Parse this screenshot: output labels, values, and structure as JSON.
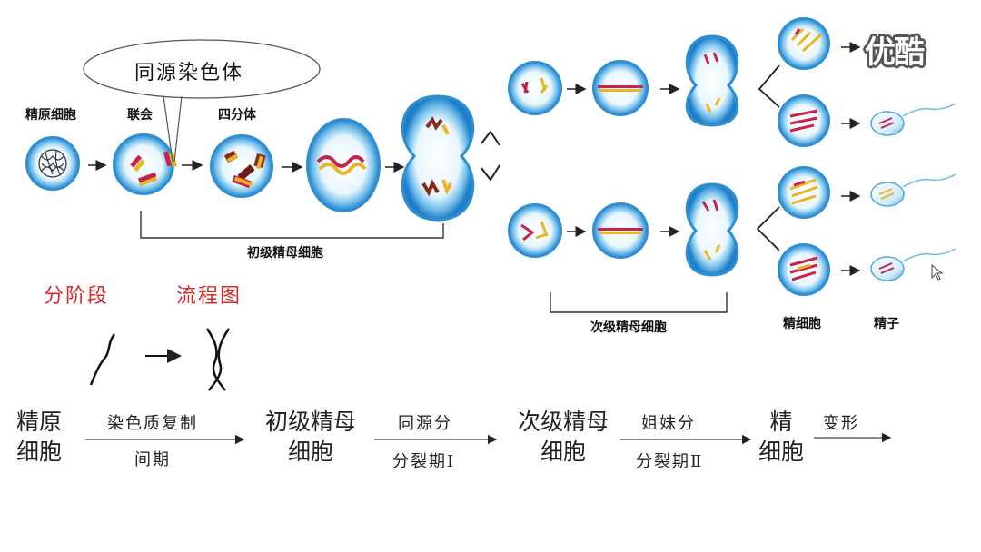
{
  "top_labels": {
    "spermatogonium": "精原细胞",
    "synapsis": "联会",
    "tetrad": "四分体",
    "homologous_chromosomes": "同源染色体",
    "primary_spermatocyte": "初级精母细胞",
    "secondary_spermatocyte": "次级精母细胞",
    "spermatid": "精细胞",
    "sperm": "精子"
  },
  "annotations": {
    "stage_division": "分阶段",
    "flowchart": "流程图"
  },
  "flow": {
    "cell1_line1": "精原",
    "cell1_line2": "细胞",
    "step1_above": "染色质复制",
    "step1_below": "间期",
    "cell2_line1": "初级精母",
    "cell2_line2": "细胞",
    "step2_above": "同源分",
    "step2_below": "分裂期Ⅰ",
    "cell3_line1": "次级精母",
    "cell3_line2": "细胞",
    "step3_above": "姐妹分",
    "step3_below": "分裂期Ⅱ",
    "cell4_line1": "精",
    "cell4_line2": "细胞",
    "step4_above": "变形"
  },
  "watermark": "优酷",
  "colors": {
    "cell_fill": "#e8f6fd",
    "cell_rim": "#3a9bd8",
    "chromosome_red": "#c9234a",
    "chromosome_yellow": "#e8b626",
    "annotation_red": "#d42a2a"
  }
}
